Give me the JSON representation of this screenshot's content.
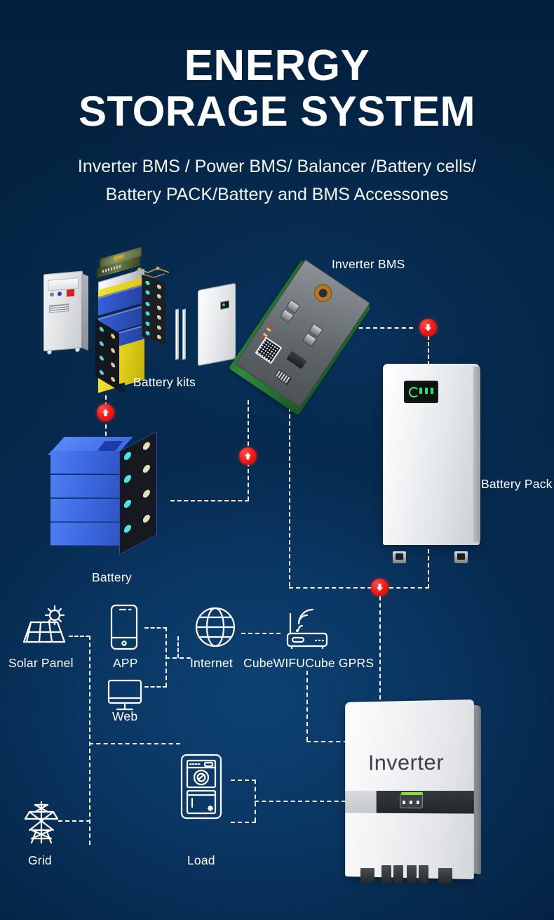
{
  "header": {
    "title_line1": "ENERGY",
    "title_line2": "STORAGE SYSTEM",
    "subtitle_line1": "Inverter BMS / Power BMS/ Balancer /Battery cells/",
    "subtitle_line2": "Battery PACK/Battery and BMS Accessones"
  },
  "colors": {
    "background_dark": "#041f3f",
    "background_glow": "#0d4273",
    "marker_red": "#ef1b16",
    "line_white": "#ffffff",
    "battery_blue": "#3e6ce4",
    "battery_yellow": "#e3d21d",
    "pcb_green": "#2f8a3b",
    "screen_green": "#2ee06f"
  },
  "diagram": {
    "nodes": [
      {
        "id": "battery-kits",
        "label": "Battery kits"
      },
      {
        "id": "inverter-bms",
        "label": "Inverter BMS"
      },
      {
        "id": "battery-pack",
        "label": "Battery Pack"
      },
      {
        "id": "battery",
        "label": "Battery"
      },
      {
        "id": "solar-panel",
        "label": "Solar Panel",
        "icon": "solar-panel-icon"
      },
      {
        "id": "app",
        "label": "APP",
        "icon": "smartphone-icon"
      },
      {
        "id": "web",
        "label": "Web",
        "icon": "monitor-icon"
      },
      {
        "id": "internet",
        "label": "Internet",
        "icon": "globe-icon"
      },
      {
        "id": "cube-wifi-gprs",
        "label": "CubeWIFUCube GPRS",
        "icon": "wifi-router-icon"
      },
      {
        "id": "grid",
        "label": "Grid",
        "icon": "power-pylon-icon"
      },
      {
        "id": "load",
        "label": "Load",
        "icon": "appliances-icon"
      },
      {
        "id": "inverter",
        "label": "Inverter"
      }
    ],
    "markers": [
      {
        "id": "marker-battery-to-kits",
        "direction": "up"
      },
      {
        "id": "marker-battery-to-bms",
        "direction": "up"
      },
      {
        "id": "marker-bms-to-pack",
        "direction": "down"
      },
      {
        "id": "marker-pack-to-inverter",
        "direction": "down"
      }
    ]
  }
}
